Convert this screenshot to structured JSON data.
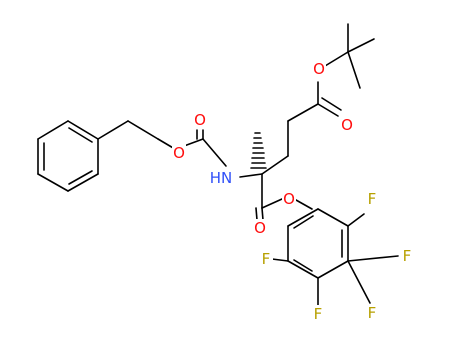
{
  "molecule": {
    "atom_colors": {
      "O": "#ff0d0d",
      "N": "#3050f8",
      "F": "#b7a000",
      "C": "#000000"
    },
    "labels": {
      "o_ester_tbu": "O",
      "o_carbonyl_tbu": "O",
      "o_carbonyl_cbz": "O",
      "o_ester_cbz": "O",
      "nh": "HN",
      "o_carbonyl_pfp": "O",
      "o_ester_pfp": "O",
      "f_1": "F",
      "f_2": "F",
      "f_3": "F",
      "f_4": "F",
      "f_5": "F"
    }
  }
}
